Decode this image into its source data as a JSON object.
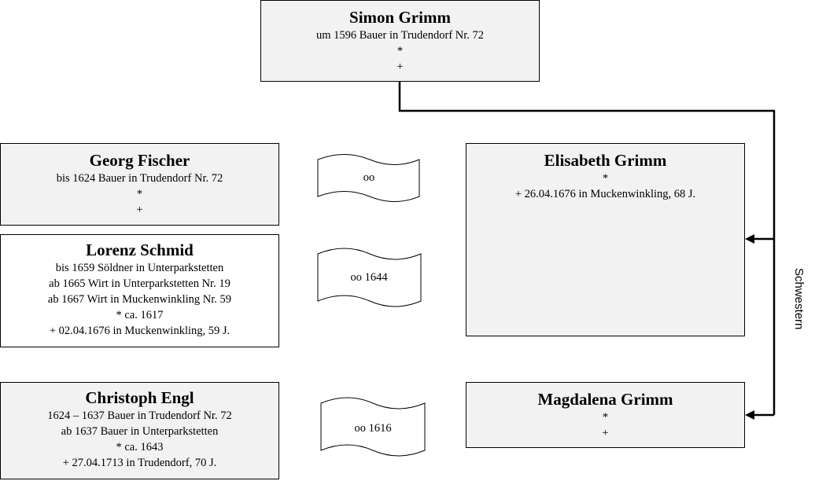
{
  "persons": {
    "simon": {
      "name": "Simon Grimm",
      "lines": [
        "um 1596 Bauer in Trudendorf Nr. 72",
        "*",
        "+"
      ]
    },
    "georg": {
      "name": "Georg Fischer",
      "lines": [
        "bis 1624 Bauer in Trudendorf Nr. 72",
        "*",
        "+"
      ]
    },
    "lorenz": {
      "name": "Lorenz Schmid",
      "lines": [
        "bis 1659 Söldner in Unterparkstetten",
        "ab 1665 Wirt in Unterparkstetten Nr. 19",
        "ab 1667 Wirt in Muckenwinkling Nr. 59",
        "* ca. 1617",
        "+ 02.04.1676 in Muckenwinkling, 59 J."
      ]
    },
    "christoph": {
      "name": "Christoph Engl",
      "lines": [
        "1624 – 1637 Bauer in Trudendorf Nr. 72",
        "ab 1637 Bauer in Unterparkstetten",
        "* ca. 1643",
        "+ 27.04.1713 in Trudendorf, 70 J."
      ]
    },
    "elisabeth": {
      "name": "Elisabeth Grimm",
      "lines": [
        "*",
        "+ 26.04.1676 in Muckenwinkling, 68 J."
      ]
    },
    "magdalena": {
      "name": "Magdalena Grimm",
      "lines": [
        "*",
        "+"
      ]
    }
  },
  "marriages": [
    "oo",
    "oo 1644",
    "oo 1616"
  ],
  "sibling_label": "Schwestern",
  "colors": {
    "box_fill": "#f2f2f2",
    "line": "#000000"
  }
}
